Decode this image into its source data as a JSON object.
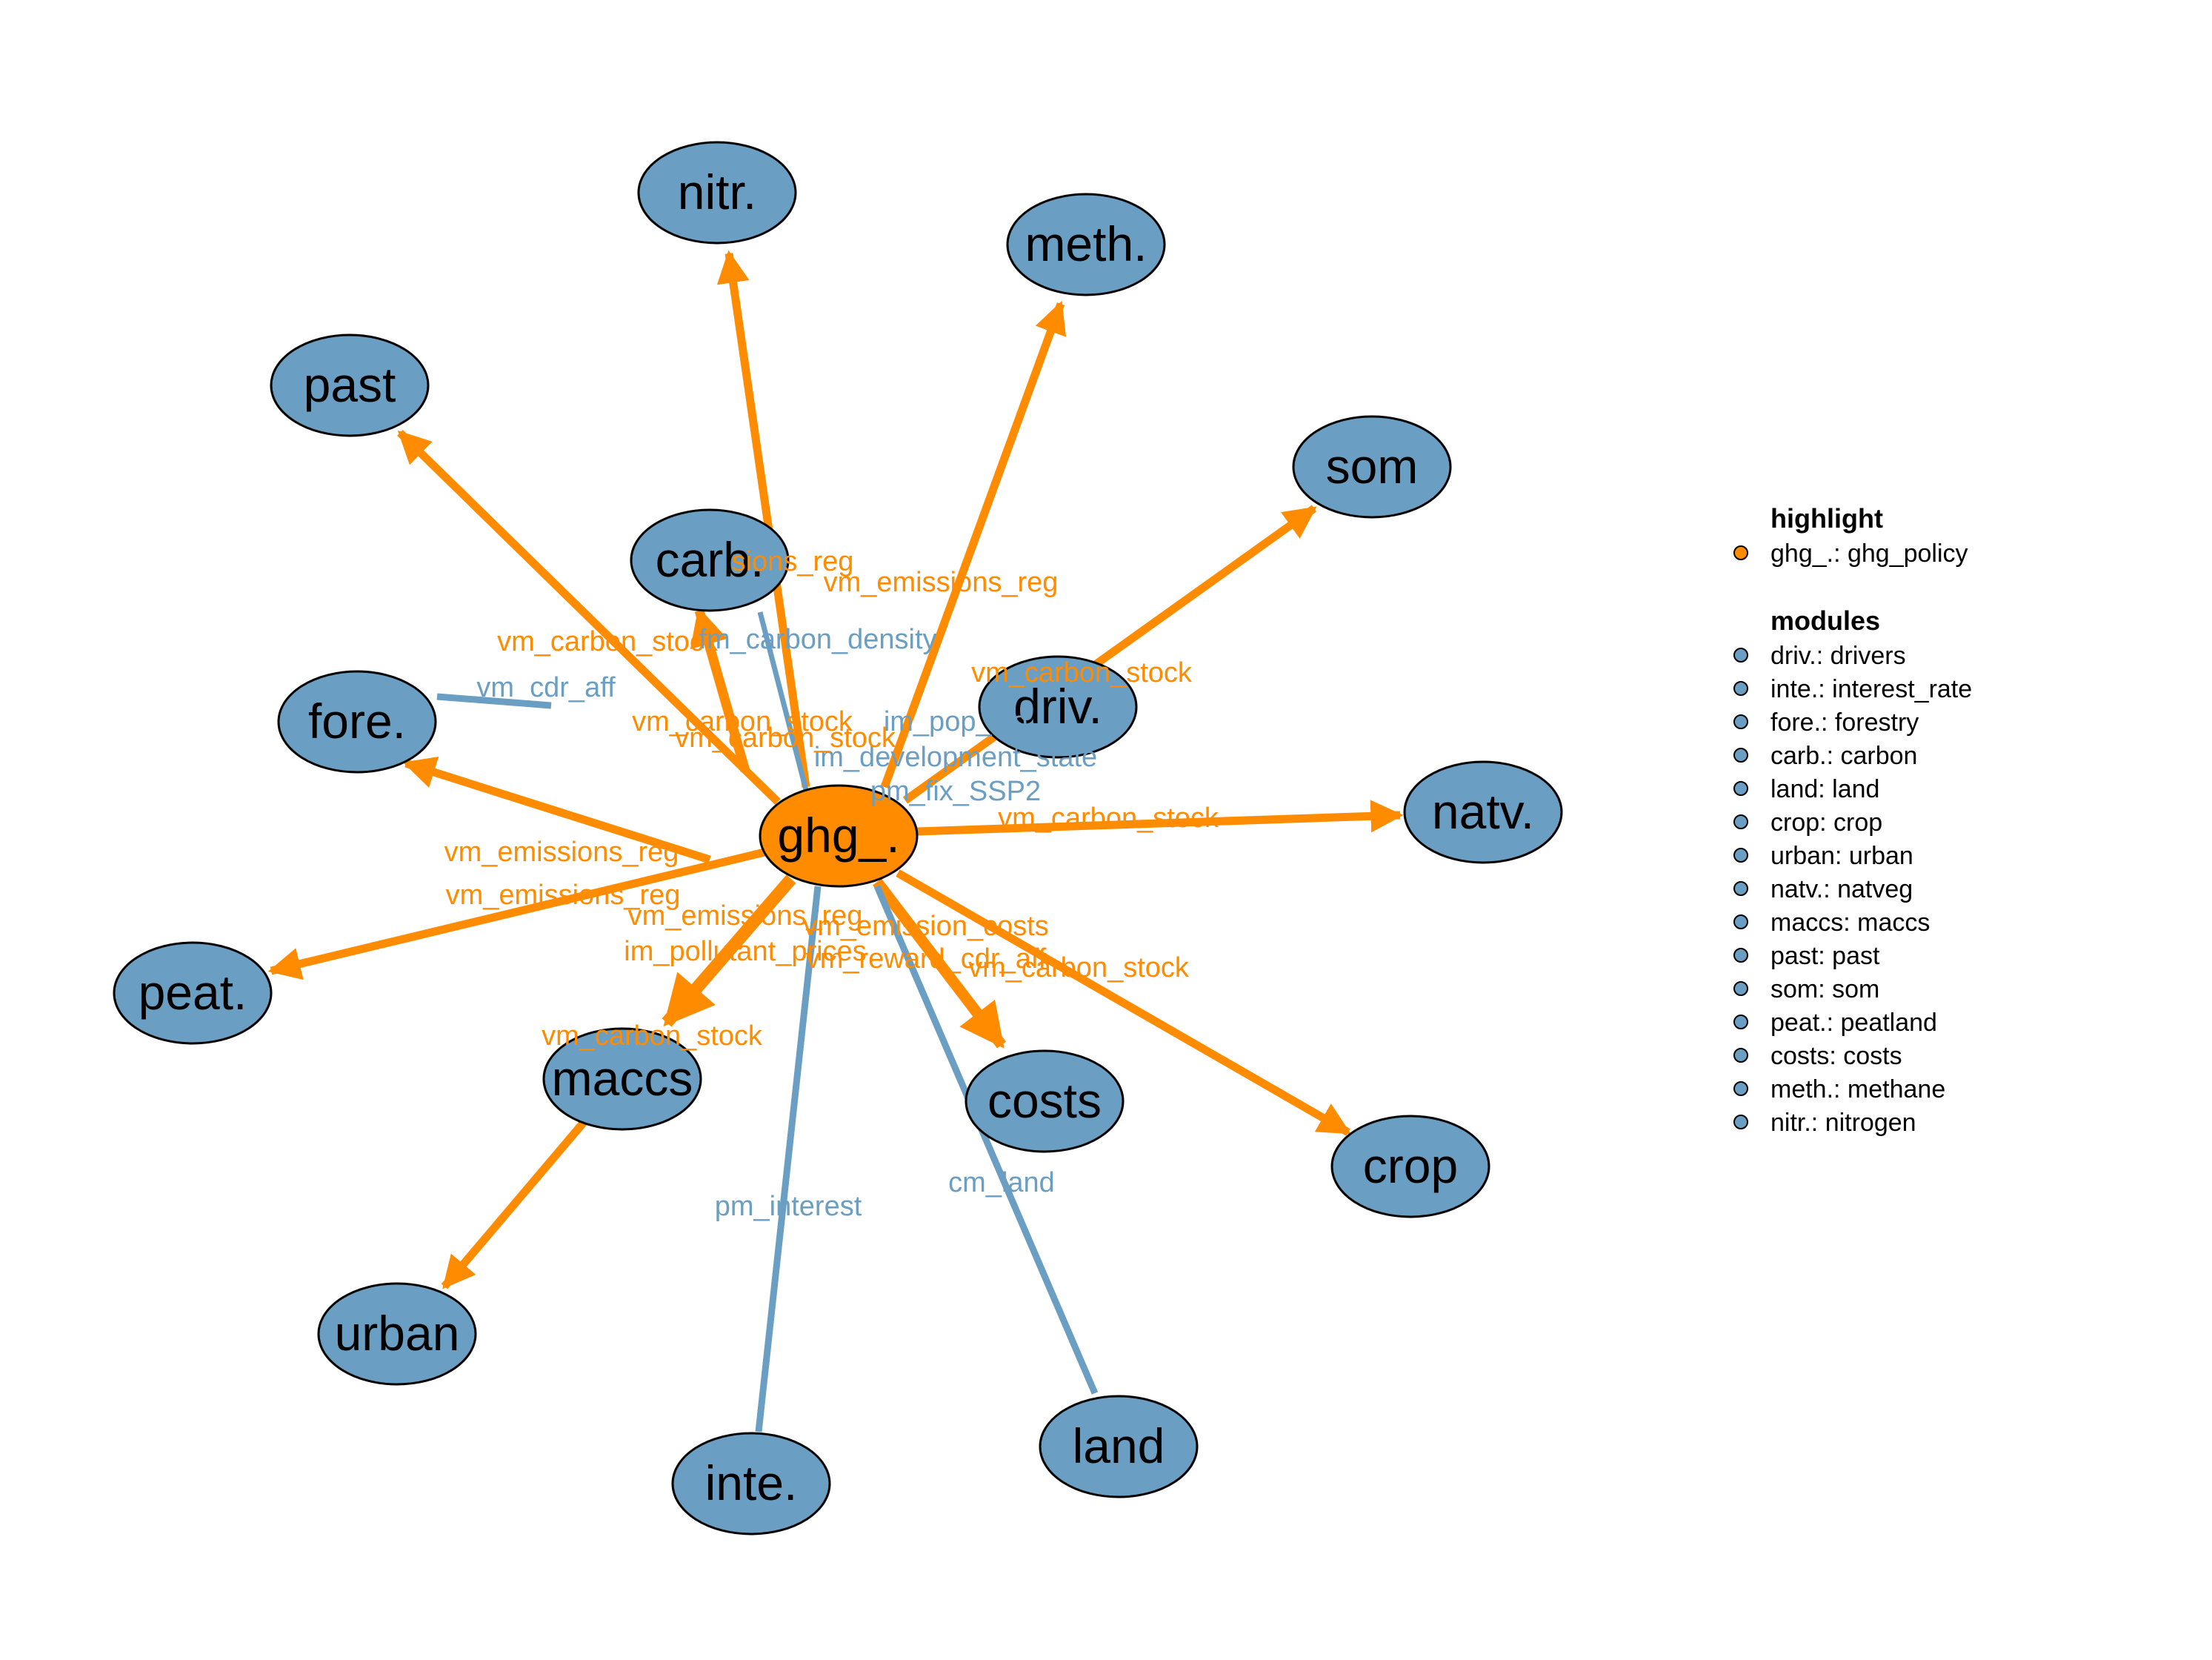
{
  "colors": {
    "module": "#6a9ec2",
    "highlight": "#ff8c00",
    "module_edge": "#6a9ec2",
    "highlight_edge": "#ff8c00",
    "outline": "#000000"
  },
  "nodes": [
    {
      "id": "ghg",
      "label": "ghg_.",
      "type": "highlight"
    },
    {
      "id": "nitr",
      "label": "nitr.",
      "type": "module"
    },
    {
      "id": "meth",
      "label": "meth.",
      "type": "module"
    },
    {
      "id": "past",
      "label": "past",
      "type": "module"
    },
    {
      "id": "som",
      "label": "som",
      "type": "module"
    },
    {
      "id": "carb",
      "label": "carb.",
      "type": "module"
    },
    {
      "id": "fore",
      "label": "fore.",
      "type": "module"
    },
    {
      "id": "driv",
      "label": "driv.",
      "type": "module"
    },
    {
      "id": "natv",
      "label": "natv.",
      "type": "module"
    },
    {
      "id": "peat",
      "label": "peat.",
      "type": "module"
    },
    {
      "id": "maccs",
      "label": "maccs",
      "type": "module"
    },
    {
      "id": "costs",
      "label": "costs",
      "type": "module"
    },
    {
      "id": "crop",
      "label": "crop",
      "type": "module"
    },
    {
      "id": "urban",
      "label": "urban",
      "type": "module"
    },
    {
      "id": "land",
      "label": "land",
      "type": "module"
    },
    {
      "id": "inte",
      "label": "inte.",
      "type": "module"
    }
  ],
  "edges": [
    {
      "from": "ghg",
      "to": "nitr",
      "type": "highlight",
      "label": "sions_reg"
    },
    {
      "from": "ghg",
      "to": "meth",
      "type": "highlight",
      "label": "vm_emissions_reg"
    },
    {
      "from": "ghg",
      "to": "past",
      "type": "highlight",
      "label": "vm_carbon_stock"
    },
    {
      "from": "ghg",
      "to": "som",
      "type": "highlight",
      "label": "vm_carbon_stock"
    },
    {
      "from": "carb",
      "to": "ghg",
      "type": "module",
      "label": "fm_carbon_density"
    },
    {
      "from": "ghg",
      "to": "carb",
      "type": "highlight",
      "label": "vm_carbon_stock"
    },
    {
      "from": "fore",
      "to": "ghg",
      "type": "module",
      "label": "vm_cdr_aff"
    },
    {
      "from": "ghg",
      "to": "fore",
      "type": "highlight",
      "label": "vm_emissions_reg"
    },
    {
      "from": "driv",
      "to": "ghg",
      "type": "module",
      "label": "im_pop_iso"
    },
    {
      "from": "driv",
      "to": "ghg",
      "type": "module",
      "label": "im_development_state"
    },
    {
      "from": "driv",
      "to": "ghg",
      "type": "module",
      "label": "pm_fix_SSP2"
    },
    {
      "from": "ghg",
      "to": "natv",
      "type": "highlight",
      "label": "vm_carbon_stock"
    },
    {
      "from": "ghg",
      "to": "peat",
      "type": "highlight",
      "label": "vm_emissions_reg"
    },
    {
      "from": "ghg",
      "to": "maccs",
      "type": "highlight",
      "label": "vm_emissions_reg"
    },
    {
      "from": "ghg",
      "to": "maccs",
      "type": "highlight",
      "label": "im_pollutant_prices"
    },
    {
      "from": "ghg",
      "to": "costs",
      "type": "highlight",
      "label": "vm_emission_costs"
    },
    {
      "from": "ghg",
      "to": "costs",
      "type": "highlight",
      "label": "vm_reward_cdr_aff"
    },
    {
      "from": "ghg",
      "to": "crop",
      "type": "highlight",
      "label": "vm_carbon_stock"
    },
    {
      "from": "maccs",
      "to": "urban",
      "type": "highlight",
      "label": "vm_carbon_stock"
    },
    {
      "from": "land",
      "to": "ghg",
      "type": "module",
      "label": "cm_land"
    },
    {
      "from": "inte",
      "to": "ghg",
      "type": "module",
      "label": "pm_interest"
    },
    {
      "from": "ghg",
      "to": "fore",
      "type": "highlight",
      "label": "vm_carbon_stock"
    }
  ],
  "legend": {
    "highlight_title": "highlight",
    "highlight_items": [
      "ghg_.: ghg_policy"
    ],
    "modules_title": "modules",
    "module_items": [
      "driv.: drivers",
      "inte.: interest_rate",
      "fore.: forestry",
      "carb.: carbon",
      "land: land",
      "crop: crop",
      "urban: urban",
      "natv.: natveg",
      "maccs: maccs",
      "past: past",
      "som: som",
      "peat.: peatland",
      "costs: costs",
      "meth.: methane",
      "nitr.: nitrogen"
    ]
  }
}
